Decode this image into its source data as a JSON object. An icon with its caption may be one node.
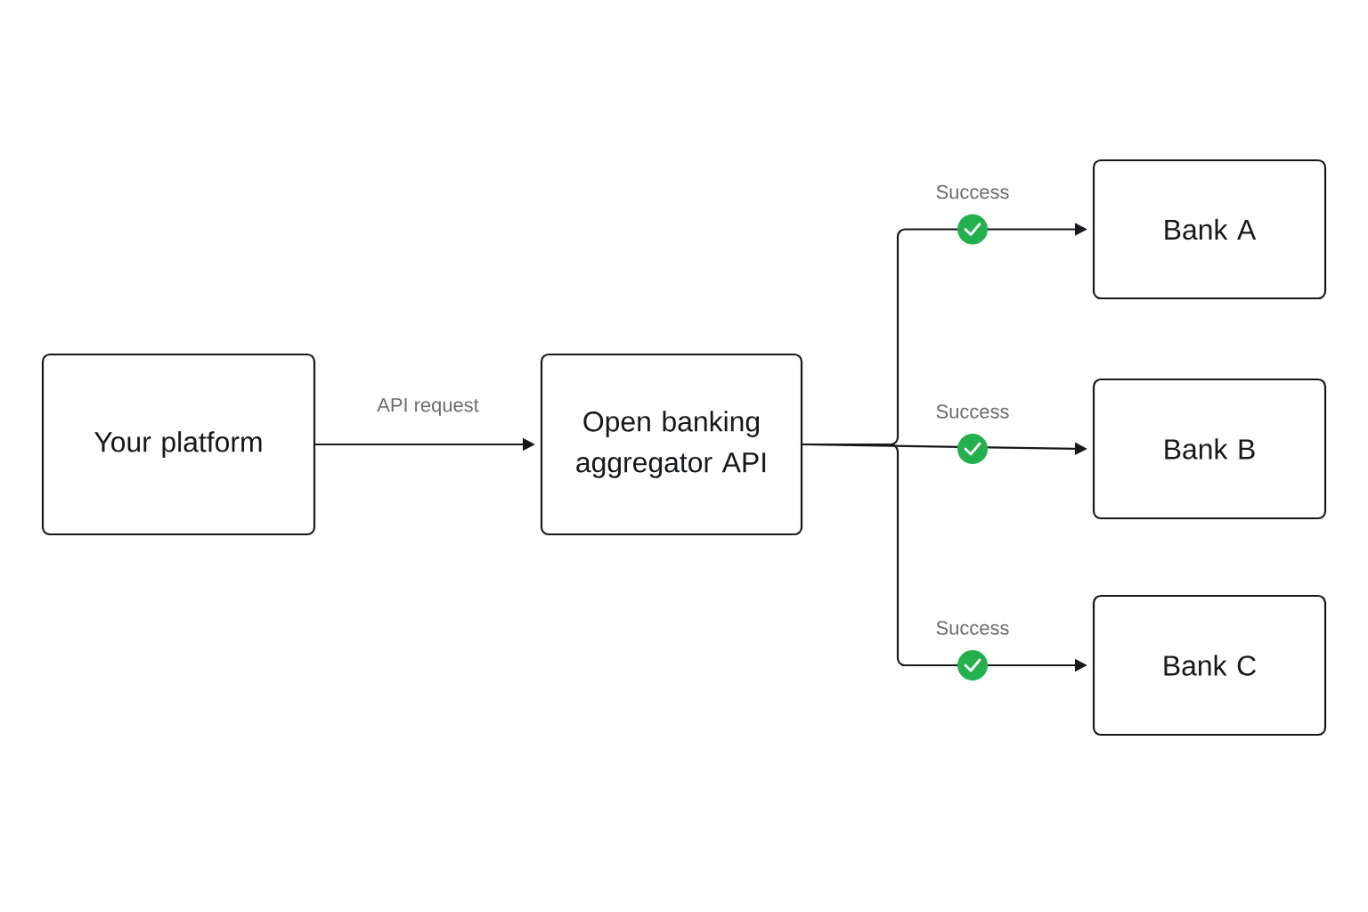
{
  "diagram": {
    "nodes": [
      {
        "text": [
          "Your platform"
        ]
      },
      {
        "text": [
          "Open banking aggregator API"
        ]
      },
      {
        "text": [
          "Bank A"
        ]
      },
      {
        "text": [
          "Bank B"
        ]
      },
      {
        "text": [
          "Bank C"
        ]
      }
    ],
    "edges": [
      {
        "from": 0,
        "to": 1,
        "arrow": "to",
        "label": "API request"
      },
      {
        "from": 1,
        "to": 2,
        "arrow": "to",
        "label": "Success"
      },
      {
        "from": 1,
        "to": 3,
        "arrow": "to",
        "label": "Success"
      },
      {
        "from": 1,
        "to": 4,
        "arrow": "to",
        "label": "Success"
      }
    ]
  }
}
